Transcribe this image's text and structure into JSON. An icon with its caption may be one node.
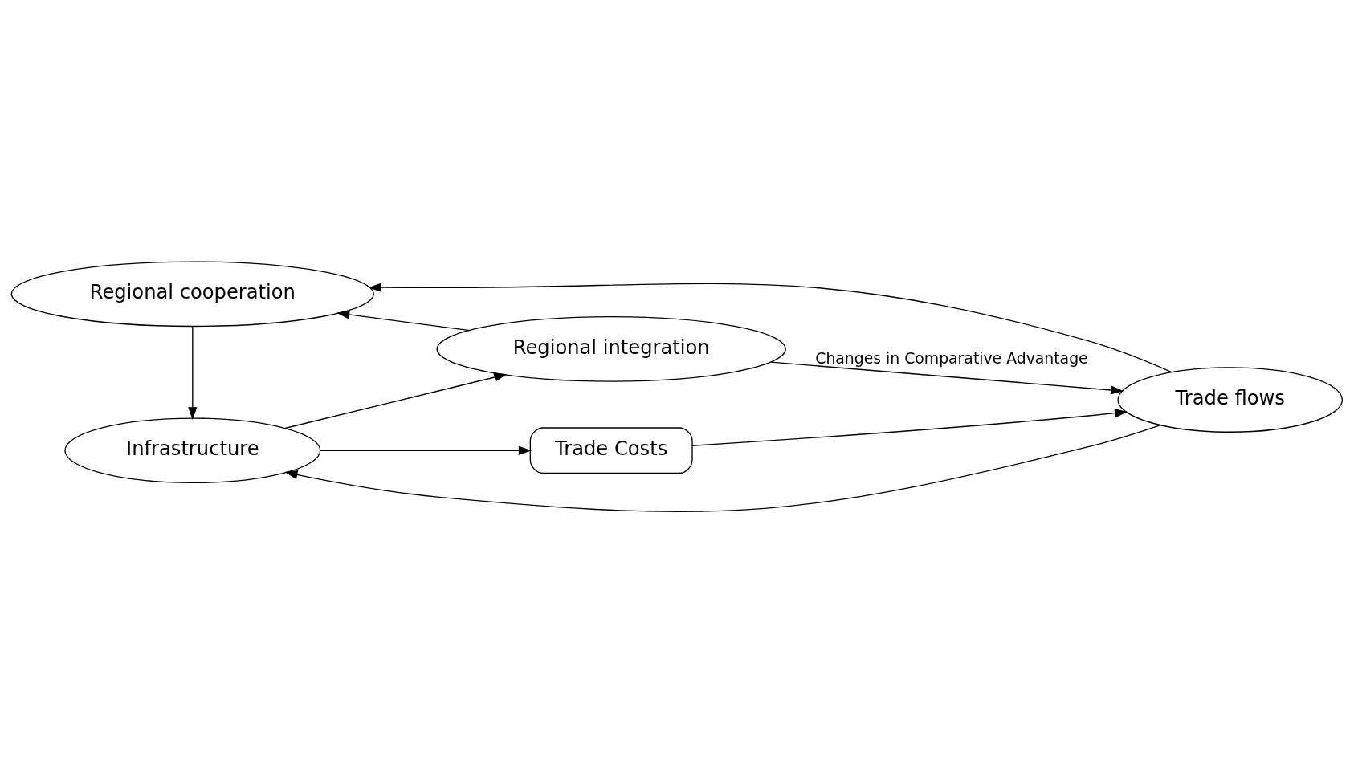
{
  "diagram": {
    "nodes": [
      {
        "text": [
          "Regional cooperation"
        ]
      },
      {
        "text": [
          "Infrastructure"
        ]
      },
      {
        "text": [
          "Trade Costs"
        ]
      },
      {
        "text": [
          "Trade flows"
        ]
      },
      {
        "text": [
          "Regional integration"
        ]
      }
    ],
    "edges": [
      {
        "from": 0,
        "to": 1,
        "arrow": "to"
      },
      {
        "from": 1,
        "to": 2,
        "arrow": "to"
      },
      {
        "from": 2,
        "to": 3,
        "arrow": "to"
      },
      {
        "from": 3,
        "to": 1,
        "arrow": "to"
      },
      {
        "from": 1,
        "to": 4,
        "arrow": "to"
      },
      {
        "from": 4,
        "to": 3,
        "arrow": "to",
        "label": "Changes in Comparative Advantage"
      },
      {
        "from": 3,
        "to": 0,
        "arrow": "to"
      },
      {
        "from": 4,
        "to": 0,
        "arrow": "to"
      }
    ]
  }
}
